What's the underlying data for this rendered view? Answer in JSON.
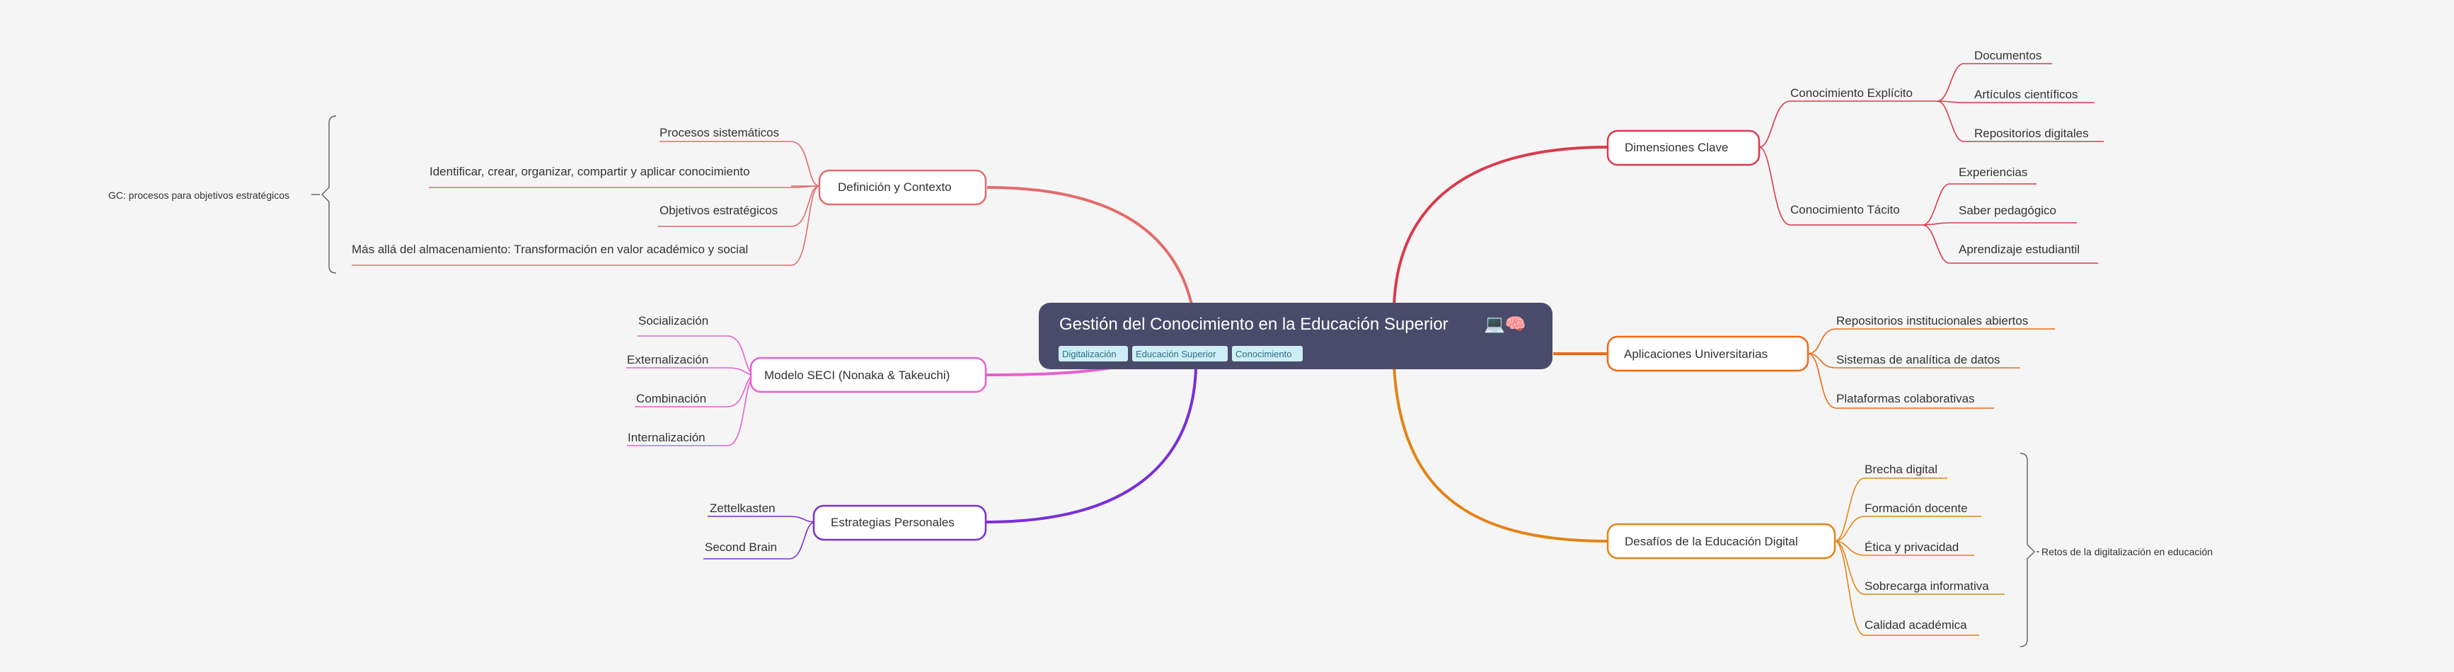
{
  "root": {
    "title": "Gestión del Conocimiento en la Educación Superior",
    "emoji": "💻🧠",
    "tags": [
      "Digitalización",
      "Educación Superior",
      "Conocimiento"
    ]
  },
  "colors": {
    "root": "#4a4b6a",
    "definicion": "#e36b6b",
    "seci": "#e85fcf",
    "estrategias": "#7a2fd6",
    "dimensiones": "#d93a4c",
    "aplicaciones": "#ee6a14",
    "desafios": "#e28416"
  },
  "branches": {
    "definicion": {
      "label": "Definición y Contexto",
      "children": [
        "Procesos sistemáticos",
        "Identificar, crear, organizar, compartir y aplicar conocimiento",
        "Objetivos estratégicos",
        "Más allá del almacenamiento: Transformación en valor académico y social"
      ],
      "summary": "GC: procesos para objetivos estratégicos"
    },
    "seci": {
      "label": "Modelo SECI (Nonaka & Takeuchi)",
      "children": [
        "Socialización",
        "Externalización",
        "Combinación",
        "Internalización"
      ]
    },
    "estrategias": {
      "label": "Estrategias Personales",
      "children": [
        "Zettelkasten",
        "Second Brain"
      ]
    },
    "dimensiones": {
      "label": "Dimensiones Clave",
      "explicito": {
        "label": "Conocimiento Explícito",
        "children": [
          "Documentos",
          "Artículos científicos",
          "Repositorios digitales"
        ]
      },
      "tacito": {
        "label": "Conocimiento Tácito",
        "children": [
          "Experiencias",
          "Saber pedagógico",
          "Aprendizaje estudiantil"
        ]
      }
    },
    "aplicaciones": {
      "label": "Aplicaciones Universitarias",
      "children": [
        "Repositorios institucionales abiertos",
        "Sistemas de analítica de datos",
        "Plataformas colaborativas"
      ]
    },
    "desafios": {
      "label": "Desafíos de la Educación Digital",
      "children": [
        "Brecha digital",
        "Formación docente",
        "Ética y privacidad",
        "Sobrecarga informativa",
        "Calidad académica"
      ],
      "summary": "Retos de la digitalización en educación"
    }
  }
}
